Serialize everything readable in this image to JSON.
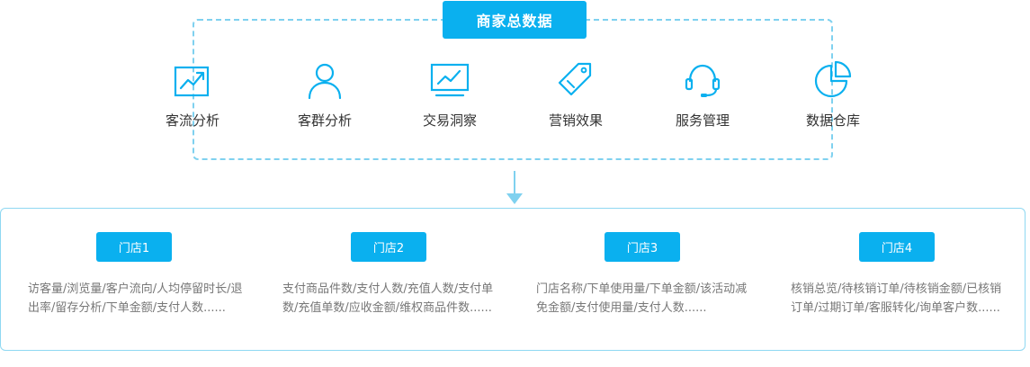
{
  "header": {
    "title": "商家总数据"
  },
  "features": [
    {
      "label": "客流分析",
      "icon": "trend-chart-icon"
    },
    {
      "label": "客群分析",
      "icon": "user-icon"
    },
    {
      "label": "交易洞察",
      "icon": "monitor-chart-icon"
    },
    {
      "label": "营销效果",
      "icon": "price-tag-icon"
    },
    {
      "label": "服务管理",
      "icon": "headset-icon"
    },
    {
      "label": "数据仓库",
      "icon": "pie-chart-icon"
    }
  ],
  "stores": [
    {
      "label": "门店1",
      "description": "访客量/浏览量/客户流向/人均停留时长/退出率/留存分析/下单金额/支付人数......"
    },
    {
      "label": "门店2",
      "description": "支付商品件数/支付人数/充值人数/支付单数/充值单数/应收金额/维权商品件数......"
    },
    {
      "label": "门店3",
      "description": "门店名称/下单使用量/下单金额/该活动减免金额/支付使用量/支付人数......"
    },
    {
      "label": "门店4",
      "description": "核销总览/待核销订单/待核销金额/已核销订单/过期订单/客服转化/询单客户数......"
    }
  ],
  "colors": {
    "accent": "#0ab0ef",
    "dashed_border": "#7fd1ef",
    "text": "#333333",
    "muted_text": "#777777"
  }
}
